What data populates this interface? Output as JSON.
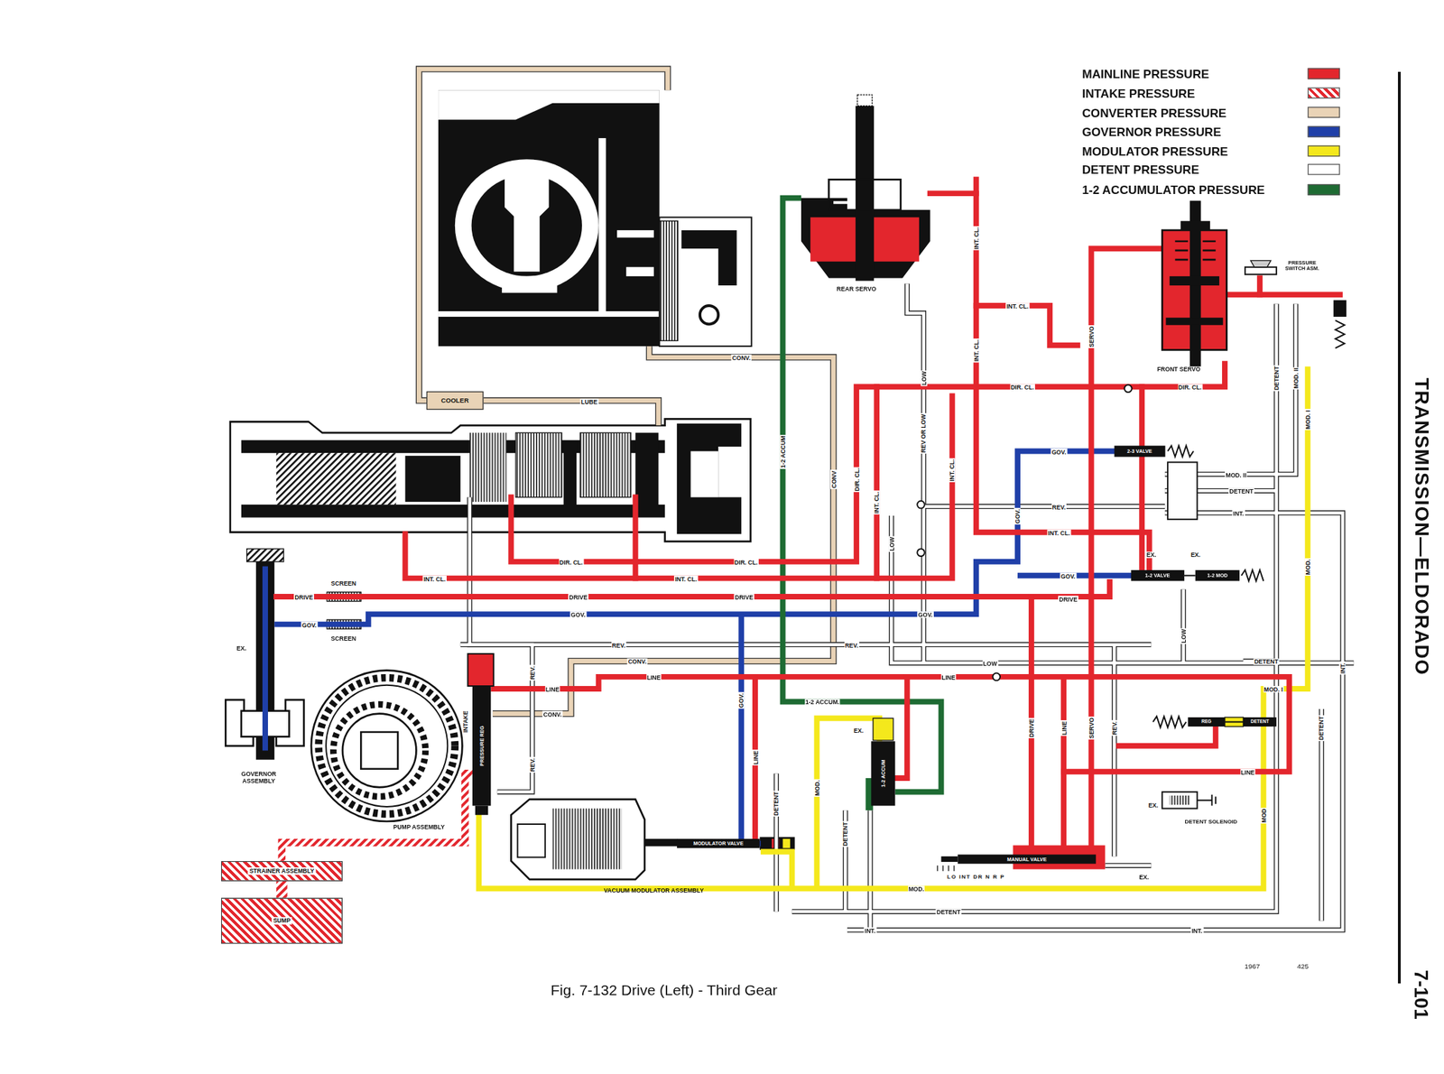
{
  "diagram": {
    "title": "TRANSMISSION—ELDORADO",
    "caption": "Fig. 7-132 Drive (Left) - Third Gear",
    "nodes": [
      {
        "text": [
          "COOLER"
        ]
      },
      {
        "text": [
          "REAR SERVO"
        ]
      },
      {
        "text": [
          "FRONT SERVO"
        ]
      },
      {
        "text": [
          "PRESSURE SWITCH ASM."
        ]
      },
      {
        "text": [
          "2-3 VALVE"
        ]
      },
      {
        "text": [
          "1-2 VALVE"
        ]
      },
      {
        "text": [
          "1-2 MOD"
        ]
      },
      {
        "text": [
          "GOVERNOR ASSEMBLY"
        ]
      },
      {
        "text": [
          "PUMP ASSEMBLY"
        ]
      },
      {
        "text": [
          "PRESSURE REG"
        ]
      },
      {
        "text": [
          "STRAINER ASSEMBLY"
        ]
      },
      {
        "text": [
          "SUMP"
        ]
      },
      {
        "text": [
          "VACUUM MODULATOR ASSEMBLY"
        ]
      },
      {
        "text": [
          "MODULATOR VALVE"
        ]
      },
      {
        "text": [
          "1-2 ACCUM"
        ]
      },
      {
        "text": [
          "MANUAL VALVE"
        ]
      },
      {
        "text": [
          "REG"
        ]
      },
      {
        "text": [
          "DETENT"
        ]
      },
      {
        "text": [
          "DETENT SOLENOID"
        ]
      }
    ],
    "edges": [
      {
        "from": 11,
        "to": 10,
        "arrow": "none"
      },
      {
        "from": 10,
        "to": 9,
        "arrow": "none"
      },
      {
        "from": 5,
        "to": 6,
        "arrow": "none"
      },
      {
        "from": 16,
        "to": 17,
        "arrow": "none"
      }
    ],
    "labels": [
      "CONV.",
      "LUBE",
      "CONV.",
      "CONV.",
      "LINE",
      "LINE",
      "LINE",
      "LINE",
      "DRIVE",
      "DRIVE",
      "DRIVE",
      "DRIVE",
      "GOV.",
      "GOV.",
      "GOV.",
      "GOV.",
      "GOV.",
      "SCREEN",
      "SCREEN",
      "EX.",
      "INT. CL.",
      "INT. CL.",
      "INT. CL.",
      "INT. CL.",
      "DIR. CL.",
      "DIR. CL.",
      "DIR. CL.",
      "DIR. CL.",
      "REV.",
      "REV.",
      "REV.",
      "LOW",
      "MOD.",
      "DETENT",
      "INT.",
      "INT.",
      "1-2 ACCUM.",
      "EX.",
      "EX.",
      "EX.",
      "EX.",
      "EX.",
      "MOD. II",
      "DETENT",
      "INT.",
      "DETENT",
      "MOD. I",
      "INT. CL.",
      "INT. CL.",
      "INT. CL.",
      "LOW",
      "REV OR LOW",
      "DIR. CL.",
      "INT. CL.",
      "LOW",
      "CONV",
      "1-2 ACCUM",
      "SERVO",
      "DETENT",
      "MOD. II",
      "MOD. I",
      "MOD.",
      "INT.",
      "DETENT",
      "GOV.",
      "LOW",
      "DRIVE",
      "LINE",
      "SERVO",
      "REV.",
      "MOD",
      "DETENT",
      "DETENT",
      "MOD.",
      "LINE",
      "GOV.",
      "REV.",
      "REV.",
      "INTAKE",
      "LO INT DR N R P",
      "1967",
      "425",
      "7-101"
    ],
    "legend": [
      {
        "text": "MAINLINE PRESSURE",
        "color": "#e3262d"
      },
      {
        "text": "INTAKE PRESSURE"
      },
      {
        "text": "CONVERTER PRESSURE",
        "color": "#e9d3b6"
      },
      {
        "text": "GOVERNOR PRESSURE",
        "color": "#1f3fa8"
      },
      {
        "text": "MODULATOR PRESSURE",
        "color": "#f4e81c"
      },
      {
        "text": "DETENT PRESSURE",
        "color": "#ffffff"
      },
      {
        "text": "1-2 ACCUMULATOR PRESSURE",
        "color": "#1e6b33"
      }
    ]
  }
}
